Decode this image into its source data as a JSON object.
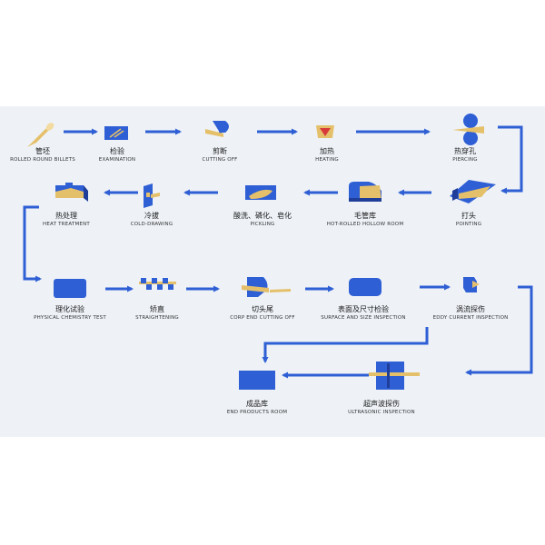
{
  "steps": [
    {
      "id": "rolled-round-billets",
      "cn": "管坯",
      "en": "ROLLED ROUND BILLETS",
      "icon": "billet-icon"
    },
    {
      "id": "examination",
      "cn": "检验",
      "en": "EXAMINATION",
      "icon": "examination-icon"
    },
    {
      "id": "cutting-off",
      "cn": "剪断",
      "en": "CUTTING OFF",
      "icon": "cutting-icon"
    },
    {
      "id": "heating",
      "cn": "加热",
      "en": "HEATING",
      "icon": "furnace-icon"
    },
    {
      "id": "piercing",
      "cn": "热穿孔",
      "en": "PIERCING",
      "icon": "piercing-rolls-icon"
    },
    {
      "id": "pointing",
      "cn": "打头",
      "en": "POINTING",
      "icon": "pointing-icon"
    },
    {
      "id": "hot-rolled-hollow-room",
      "cn": "毛管库",
      "en": "HOT-ROLLED HOLLOW ROOM",
      "icon": "hollow-room-icon"
    },
    {
      "id": "pickling",
      "cn": "酸洗、磷化、皂化",
      "en": "PICKLING",
      "icon": "pickling-icon"
    },
    {
      "id": "cold-drawing",
      "cn": "冷拔",
      "en": "COLD-DRAWING",
      "icon": "cold-drawing-icon"
    },
    {
      "id": "heat-treatment",
      "cn": "热处理",
      "en": "HEAT TREATMENT",
      "icon": "heat-treatment-icon"
    },
    {
      "id": "physical-chemistry-test",
      "cn": "理化试验",
      "en": "PHYSICAL CHEMISTRY TEST",
      "icon": "test-block-icon"
    },
    {
      "id": "straightening",
      "cn": "矫直",
      "en": "STRAIGHTENING",
      "icon": "straightening-icon"
    },
    {
      "id": "corp-end-cutting-off",
      "cn": "切头尾",
      "en": "CORP END CUTTING OFF",
      "icon": "end-cutting-icon"
    },
    {
      "id": "surface-and-size-inspection",
      "cn": "表面及尺寸检验",
      "en": "SURFACE AND SIZE INSPECTION",
      "icon": "inspection-block-icon"
    },
    {
      "id": "eddy-current-inspection",
      "cn": "涡流探伤",
      "en": "EDDY CURRENT INSPECTION",
      "icon": "eddy-current-icon"
    },
    {
      "id": "ultrasonic-inspection",
      "cn": "超声波探伤",
      "en": "ULTRASONIC INSPECTION",
      "icon": "ultrasonic-icon"
    },
    {
      "id": "end-products-room",
      "cn": "成品库",
      "en": "END PRODUCTS ROOM",
      "icon": "products-room-icon"
    }
  ],
  "colors": {
    "blue": "#2f5fd4",
    "gold": "#e5c06a",
    "red": "#d83a3a",
    "background": "#eef2f7"
  }
}
